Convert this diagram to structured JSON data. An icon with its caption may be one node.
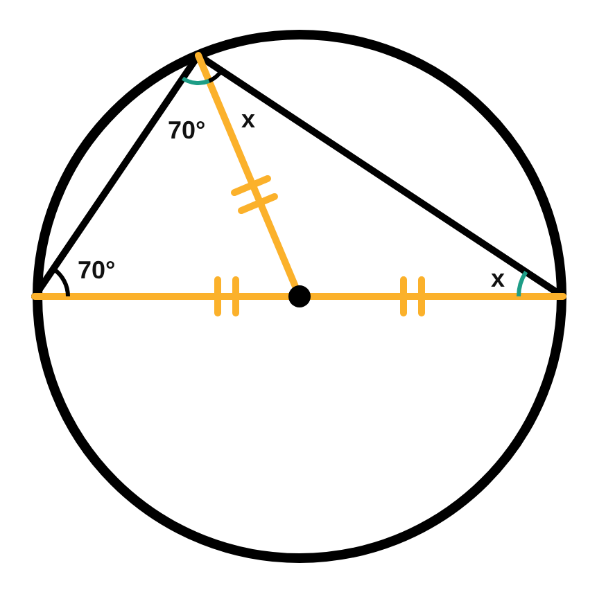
{
  "diagram": {
    "labels": [
      "70°",
      "70°",
      "x",
      "x"
    ]
  }
}
